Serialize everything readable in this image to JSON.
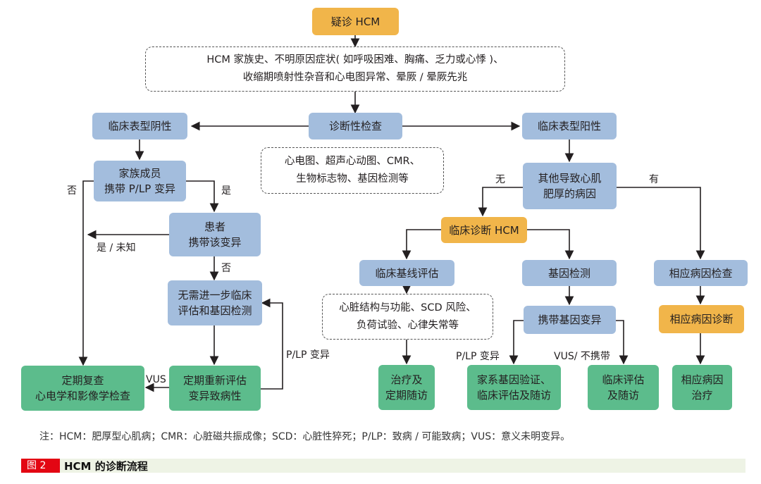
{
  "nodes": {
    "suspect": "疑诊 HCM",
    "indications": "HCM 家族史、不明原因症状( 如呼吸困难、胸痛、乏力或心悸 )、\n收缩期喷射性杂音和心电图异常、晕厥 / 晕厥先兆",
    "diag_tests": "诊断性检查",
    "test_list": "心电图、超声心动图、CMR、\n生物标志物、基因检测等",
    "pheno_negative": "临床表型阴性",
    "pheno_positive": "临床表型阳性",
    "family_carry": "家族成员\n携带 P/LP 变异",
    "patient_carry": "患者\n携带该变异",
    "no_further": "无需进一步临床\n评估和基因检测",
    "periodic_reassess": "定期重新评估\n变异致病性",
    "periodic_review": "定期复查\n心电学和影像学检查",
    "other_causes": "其他导致心肌\n肥厚的病因",
    "clinical_dx": "临床诊断 HCM",
    "baseline_eval": "临床基线评估",
    "baseline_items": "心脏结构与功能、SCD 风险、\n负荷试验、心律失常等",
    "treat_followup": "治疗及\n定期随访",
    "genetic_test": "基因检测",
    "carry_variant": "携带基因变异",
    "family_verify": "家系基因验证、\n临床评估及随访",
    "clinical_eval_followup": "临床评估\n及随访",
    "cause_exam": "相应病因检查",
    "cause_dx": "相应病因诊断",
    "cause_treat": "相应病因\n治疗"
  },
  "edge_labels": {
    "no_1": "否",
    "yes_1": "是",
    "yes_unknown": "是 / 未知",
    "no_2": "否",
    "vus": "VUS",
    "plp_1": "P/LP 变异",
    "none": "无",
    "have": "有",
    "plp_2": "P/LP 变异",
    "vus_not_carry": "VUS/ 不携带"
  },
  "note": "注：HCM：肥厚型心肌病；CMR：心脏磁共振成像；SCD：心脏性猝死；P/LP：致病 / 可能致病；VUS：意义未明变异。",
  "figure": {
    "number": "图 2",
    "title": "HCM 的诊断流程"
  },
  "colors": {
    "blue": "#a3bddd",
    "orange": "#f1b54a",
    "green": "#5cbc8c",
    "figure_red": "#e30613",
    "caption_bg": "#eef3e5"
  }
}
